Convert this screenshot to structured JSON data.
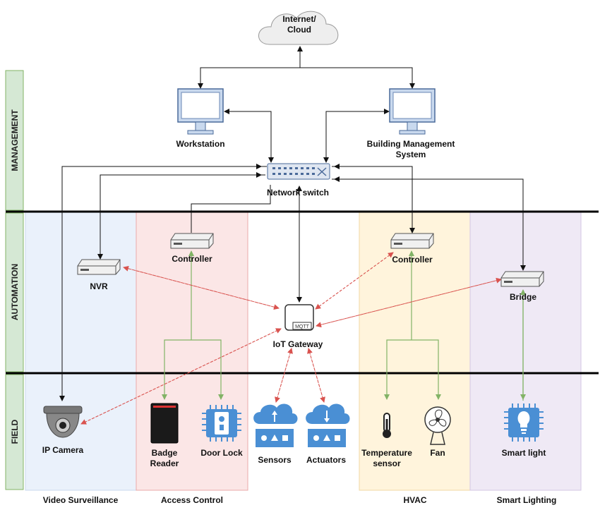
{
  "layers": {
    "management": "MANAGEMENT",
    "automation": "AUTOMATION",
    "field": "FIELD"
  },
  "nodes": {
    "cloud": [
      "Internet/",
      "Cloud"
    ],
    "workstation": "Workstation",
    "bms": [
      "Building Management",
      "System"
    ],
    "switch": "Network switch",
    "controller_access": "Controller",
    "controller_hvac": "Controller",
    "nvr": "NVR",
    "iot_gateway": "IoT Gateway",
    "mqtt": "MQTT",
    "bridge": "Bridge",
    "ip_camera": "IP Camera",
    "badge_reader": [
      "Badge",
      "Reader"
    ],
    "door_lock": "Door Lock",
    "sensors": "Sensors",
    "actuators": "Actuators",
    "temp_sensor": [
      "Temperature",
      "sensor"
    ],
    "fan": "Fan",
    "smart_light": "Smart light"
  },
  "sections": {
    "video": "Video Surveillance",
    "access": "Access Control",
    "hvac": "HVAC",
    "lighting": "Smart Lighting"
  },
  "colors": {
    "video_bg": "#eaf1fb",
    "access_bg": "#fbe6e6",
    "hvac_bg": "#fff4dc",
    "lighting_bg": "#efe9f5",
    "layer_bg": "#d5e8d4",
    "layer_border": "#82b366",
    "device_blue": "#4a8fd4",
    "green_link": "#82b366",
    "red_link": "#d9534f"
  }
}
